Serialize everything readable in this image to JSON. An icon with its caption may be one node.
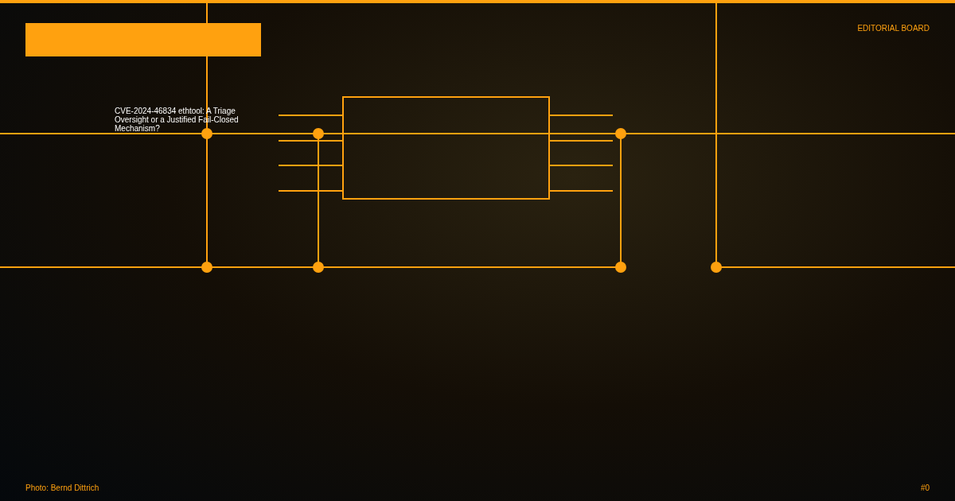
{
  "diagram": {
    "title": "CVE-2024-46834 ethtool: A Triage Oversight or a Justified Fail-Closed Mechanism?",
    "labels": [
      "EDITORIAL BOARD",
      "Photo: Bernd Dittrich",
      "#0"
    ]
  }
}
